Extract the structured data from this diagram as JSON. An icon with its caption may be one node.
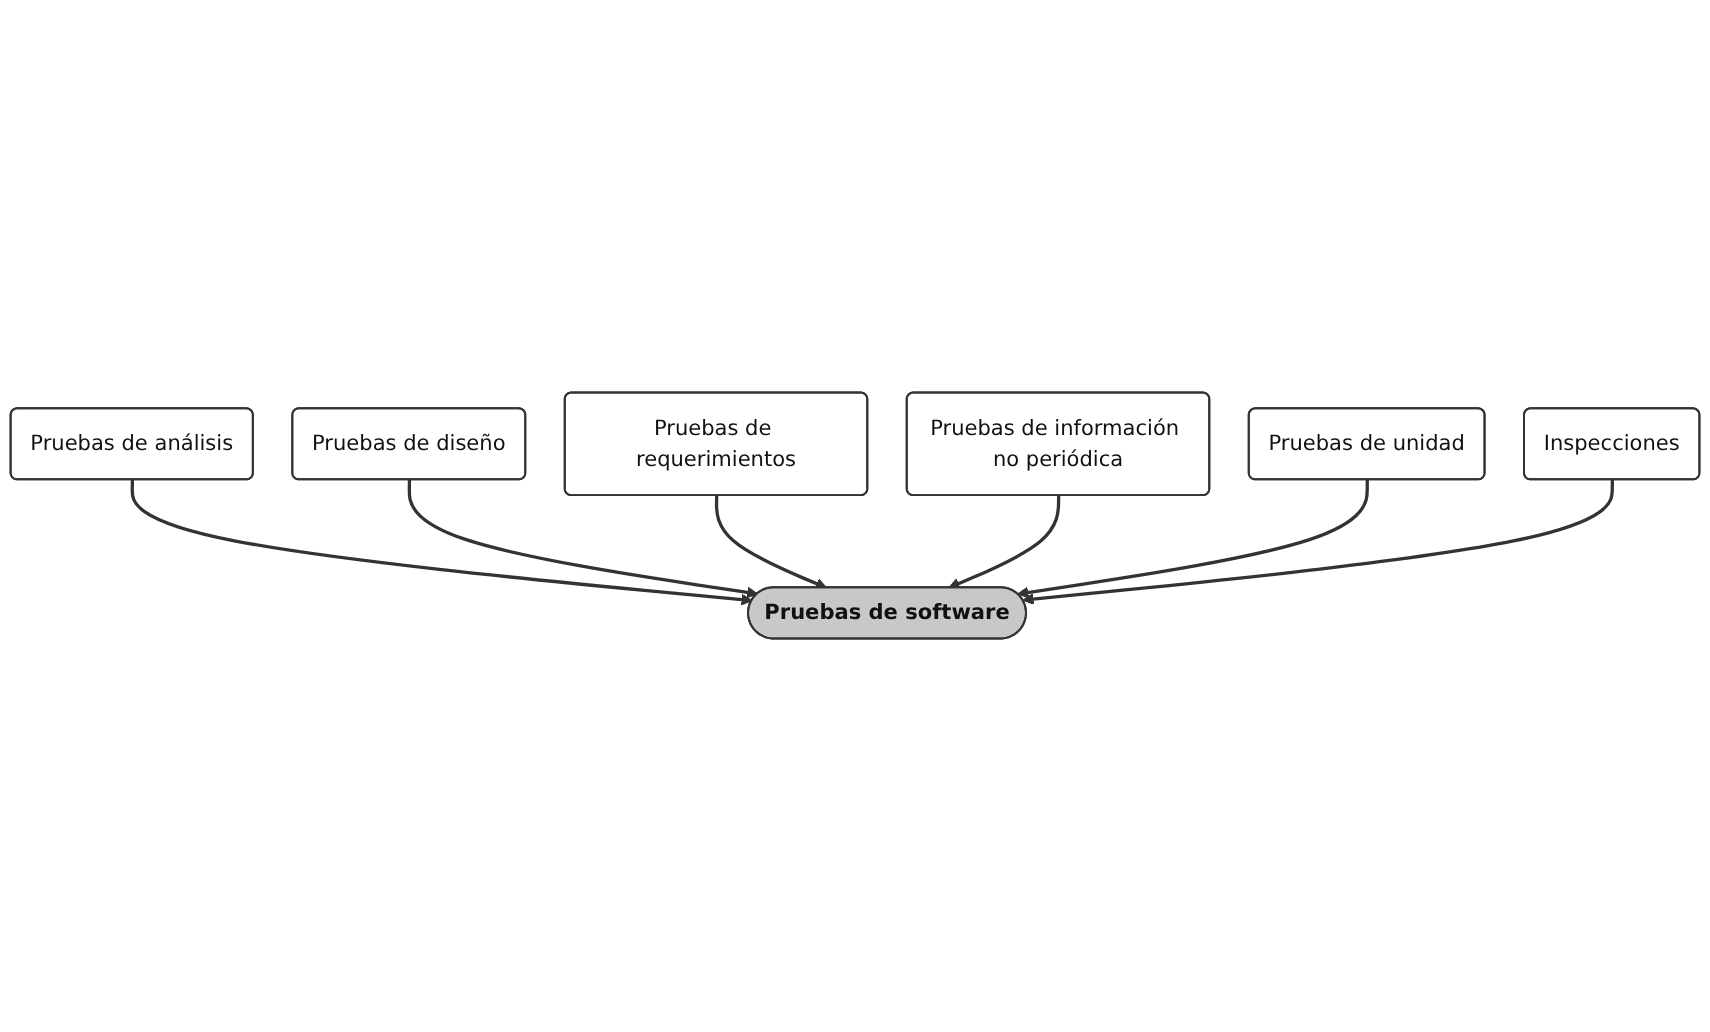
{
  "diagram": {
    "nodes": [
      {
        "text": [
          "Pruebas de análisis"
        ]
      },
      {
        "text": [
          "Pruebas de diseño"
        ]
      },
      {
        "text": [
          "Pruebas de requerimientos"
        ]
      },
      {
        "text": [
          "Pruebas de software"
        ]
      },
      {
        "text": [
          "Pruebas de información no periódica"
        ]
      },
      {
        "text": [
          "Pruebas de unidad"
        ]
      },
      {
        "text": [
          "Inspecciones"
        ]
      }
    ],
    "edges": [
      {
        "from": 0,
        "to": 3,
        "arrow": "to"
      },
      {
        "from": 1,
        "to": 3,
        "arrow": "to"
      },
      {
        "from": 2,
        "to": 3,
        "arrow": "to"
      },
      {
        "from": 4,
        "to": 3,
        "arrow": "to"
      },
      {
        "from": 5,
        "to": 3,
        "arrow": "to"
      },
      {
        "from": 6,
        "to": 3,
        "arrow": "to"
      }
    ]
  }
}
